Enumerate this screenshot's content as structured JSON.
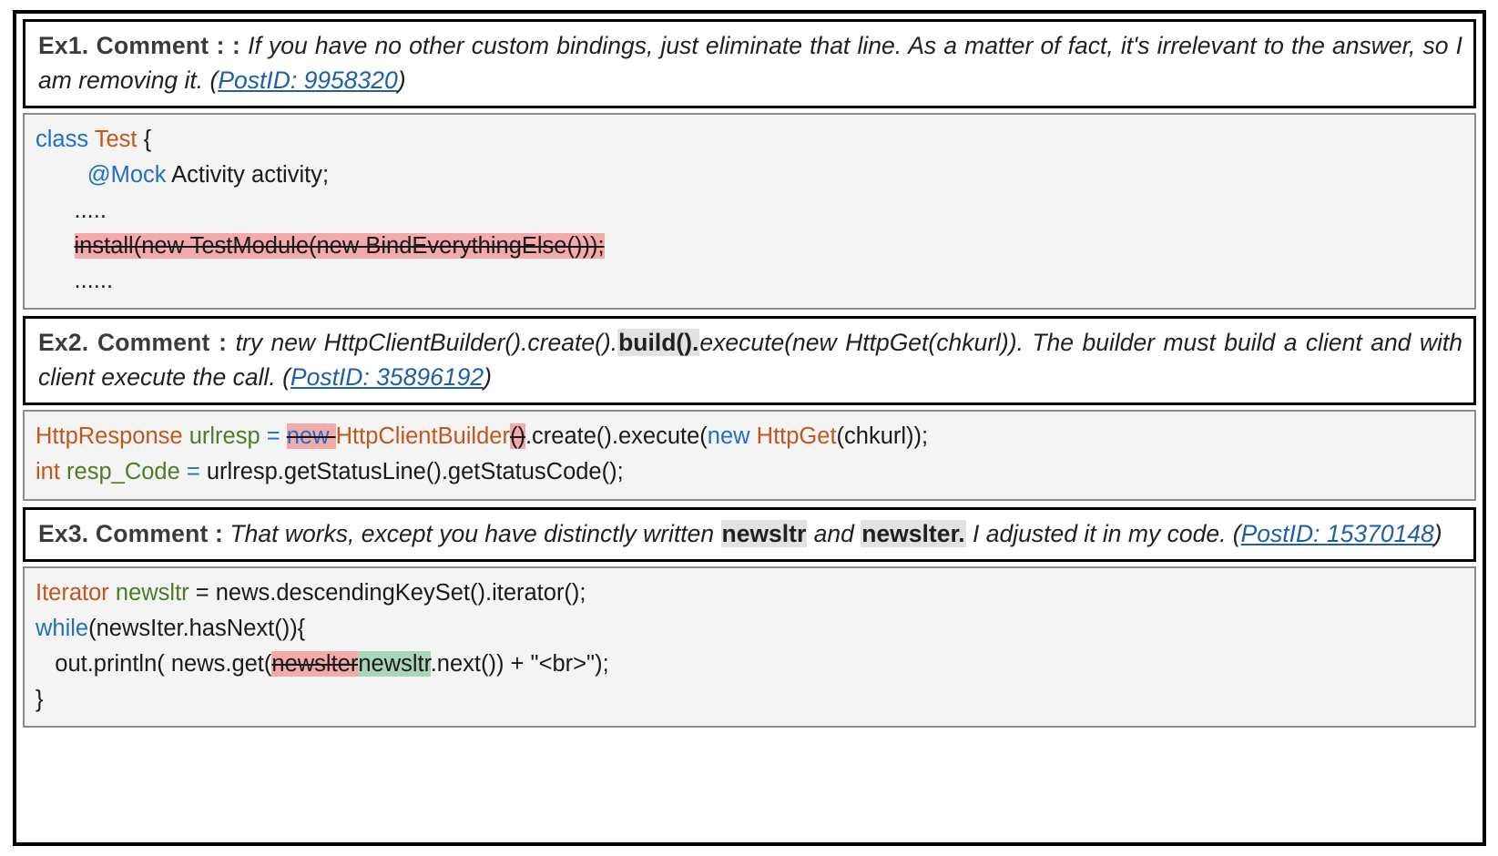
{
  "figure": {
    "colors": {
      "deleted_highlight": "#f2aaaa",
      "inserted_highlight": "#a9d6bb",
      "term_highlight": "#e2e2e2",
      "keyword": "#1f6fc4",
      "type": "#c2561d",
      "variable": "#4f7a28",
      "link": "#1f5fa8",
      "code_background": "#f4f4f4",
      "border": "#000000"
    }
  },
  "examples": [
    {
      "id": "ex1",
      "label": "Ex1. Comment : :",
      "comment_parts": [
        {
          "text": "If you have no other custom bindings, just eliminate that line. As a matter of fact, it's irrelevant to the answer, so I am removing it. (",
          "style": "italic"
        },
        {
          "text": "PostID: 9958320",
          "style": "link"
        },
        {
          "text": ")",
          "style": "italic"
        }
      ],
      "comment_plain": "If you have no other custom bindings, just eliminate that line. As a matter of fact, it's irrelevant to the answer, so I am removing it. (PostID: 9958320)",
      "post_id": "9958320",
      "code_lines": [
        {
          "tokens": [
            {
              "t": "class ",
              "c": "kw"
            },
            {
              "t": "Test ",
              "c": "type"
            },
            {
              "t": "{",
              "c": "plain"
            }
          ]
        },
        {
          "indent": 4,
          "tokens": [
            {
              "t": "@Mock",
              "c": "kw"
            },
            {
              "t": " Activity activity;",
              "c": "plain"
            }
          ]
        },
        {
          "indent": 4,
          "tokens": [
            {
              "t": ".....",
              "c": "plain"
            }
          ]
        },
        {
          "indent": 4,
          "tokens": [
            {
              "t": "install(new TestModule(new BindEverythingElse()));",
              "c": "plain",
              "mark": "del"
            }
          ]
        },
        {
          "indent": 4,
          "tokens": [
            {
              "t": "......",
              "c": "plain"
            }
          ]
        }
      ]
    },
    {
      "id": "ex2",
      "label": "Ex2.  Comment :",
      "comment_parts": [
        {
          "text": "try  new  HttpClientBuilder().create().",
          "style": "italic"
        },
        {
          "text": "build().",
          "style": "highlight-bold"
        },
        {
          "text": "execute(new  HttpGet(chkurl)).  The builder must build a client and with client execute the call. (",
          "style": "italic"
        },
        {
          "text": "PostID: 35896192",
          "style": "link"
        },
        {
          "text": ")",
          "style": "italic"
        }
      ],
      "comment_plain": "try new HttpClientBuilder().create().build().execute(new HttpGet(chkurl)). The builder must build a client and with client execute the call. (PostID: 35896192)",
      "highlighted_term": "build().",
      "post_id": "35896192",
      "code_lines": [
        {
          "tokens": [
            {
              "t": "HttpResponse",
              "c": "type"
            },
            {
              "t": " ",
              "c": "plain"
            },
            {
              "t": "urlresp",
              "c": "var"
            },
            {
              "t": " ",
              "c": "plain"
            },
            {
              "t": "=",
              "c": "op"
            },
            {
              "t": " ",
              "c": "plain"
            },
            {
              "t": "new ",
              "c": "kw",
              "mark": "del"
            },
            {
              "t": "HttpClientBuilder",
              "c": "type"
            },
            {
              "t": "()",
              "c": "plain",
              "mark": "del"
            },
            {
              "t": ".create().execute(",
              "c": "plain"
            },
            {
              "t": "new ",
              "c": "kw"
            },
            {
              "t": "HttpGet",
              "c": "type"
            },
            {
              "t": "(chkurl));",
              "c": "plain"
            }
          ]
        },
        {
          "tokens": [
            {
              "t": "int",
              "c": "type"
            },
            {
              "t": " ",
              "c": "plain"
            },
            {
              "t": "resp_Code",
              "c": "var"
            },
            {
              "t": " ",
              "c": "plain"
            },
            {
              "t": "=",
              "c": "op"
            },
            {
              "t": " urlresp.getStatusLine().getStatusCode();",
              "c": "plain"
            }
          ]
        }
      ]
    },
    {
      "id": "ex3",
      "label": "Ex3. Comment :",
      "comment_parts": [
        {
          "text": "That works, except you have distinctly written ",
          "style": "italic"
        },
        {
          "text": "newsltr",
          "style": "highlight-bold"
        },
        {
          "text": " and ",
          "style": "italic"
        },
        {
          "text": "newslter.",
          "style": "highlight-bold"
        },
        {
          "text": " I adjusted it in my code. (",
          "style": "italic"
        },
        {
          "text": "PostID: 15370148",
          "style": "link"
        },
        {
          "text": ")",
          "style": "italic"
        }
      ],
      "comment_plain": "That works, except you have distinctly written newsltr and newslter. I adjusted it in my code. (PostID: 15370148)",
      "highlighted_terms": [
        "newsltr",
        "newslter."
      ],
      "post_id": "15370148",
      "code_lines": [
        {
          "tokens": [
            {
              "t": "Iterator",
              "c": "type"
            },
            {
              "t": " ",
              "c": "plain"
            },
            {
              "t": "newsltr",
              "c": "var"
            },
            {
              "t": " = news.descendingKeySet().iterator();",
              "c": "plain"
            }
          ]
        },
        {
          "tokens": [
            {
              "t": "while",
              "c": "kw"
            },
            {
              "t": "(newsIter.hasNext()){",
              "c": "plain"
            }
          ]
        },
        {
          "indent": 2,
          "tokens": [
            {
              "t": "out.println( news.get(",
              "c": "plain"
            },
            {
              "t": "newslter",
              "c": "plain",
              "mark": "del"
            },
            {
              "t": "newsltr",
              "c": "plain",
              "mark": "ins"
            },
            {
              "t": ".next()) + \"<br>\");",
              "c": "plain"
            }
          ]
        },
        {
          "tokens": [
            {
              "t": "}",
              "c": "plain"
            }
          ]
        }
      ]
    }
  ]
}
